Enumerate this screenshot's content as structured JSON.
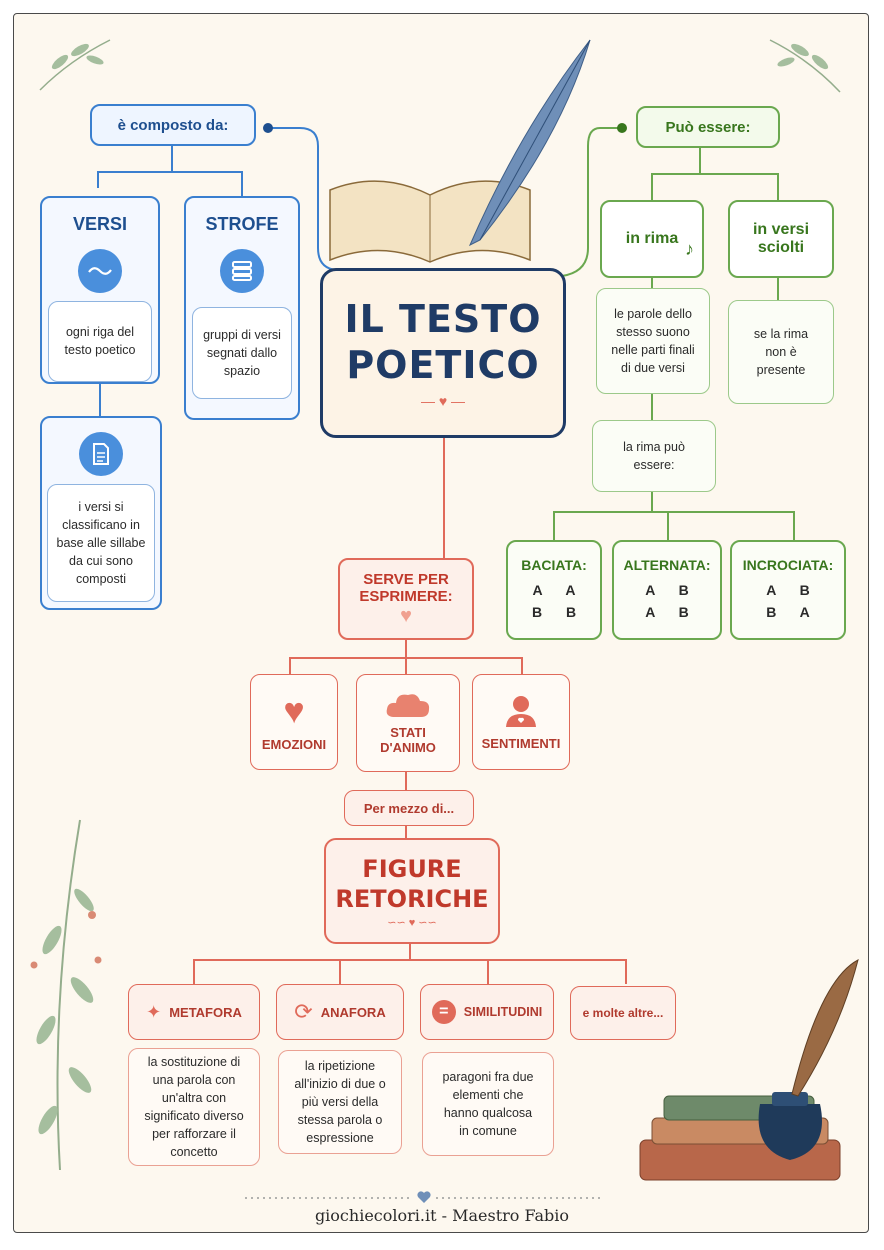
{
  "central": {
    "title_line1": "IL TESTO",
    "title_line2": "POETICO"
  },
  "composto": {
    "header": "è composto da:",
    "versi": {
      "title": "VERSI",
      "desc": "ogni riga del testo poetico",
      "classify": "i versi si classificano in base alle sillabe da cui sono composti"
    },
    "strofe": {
      "title": "STROFE",
      "desc": "gruppi di versi segnati dallo spazio"
    }
  },
  "puo_essere": {
    "header": "Può essere:",
    "in_rima": {
      "title": "in rima",
      "desc": "le parole dello stesso suono nelle parti finali di due versi"
    },
    "sciolti": {
      "title_line1": "in versi",
      "title_line2": "sciolti",
      "desc": "se la rima non è presente"
    },
    "rima_puo": "la rima può essere:",
    "types": [
      {
        "name": "BACIATA:",
        "row1": "A A",
        "row2": "B B"
      },
      {
        "name": "ALTERNATA:",
        "row1": "A B",
        "row2": "A B"
      },
      {
        "name": "INCROCIATA:",
        "row1": "A B",
        "row2": "B A"
      }
    ]
  },
  "serve": {
    "header_line1": "SERVE PER",
    "header_line2": "ESPRIMERE:",
    "items": [
      "EMOZIONI",
      "STATI\nD'ANIMO",
      "SENTIMENTI"
    ]
  },
  "mezzo": "Per mezzo di...",
  "figure": {
    "title_line1": "FIGURE",
    "title_line2": "RETORICHE",
    "items": [
      {
        "name": "METAFORA",
        "desc": "la sostituzione di una parola con un'altra con significato diverso per rafforzare il concetto"
      },
      {
        "name": "ANAFORA",
        "desc": "la ripetizione all'inizio di due o più versi della stessa parola o espressione"
      },
      {
        "name": "SIMILITUDINI",
        "desc": "paragoni fra due elementi che hanno qualcosa in comune"
      },
      {
        "name": "e molte altre..."
      }
    ]
  },
  "footer": "giochiecolori.it - Maestro Fabio",
  "colors": {
    "blue": "#3a7fcf",
    "green": "#6aa84f",
    "red": "#e06a5a",
    "navy": "#1f3b66",
    "paper": "#fdf8ef"
  }
}
